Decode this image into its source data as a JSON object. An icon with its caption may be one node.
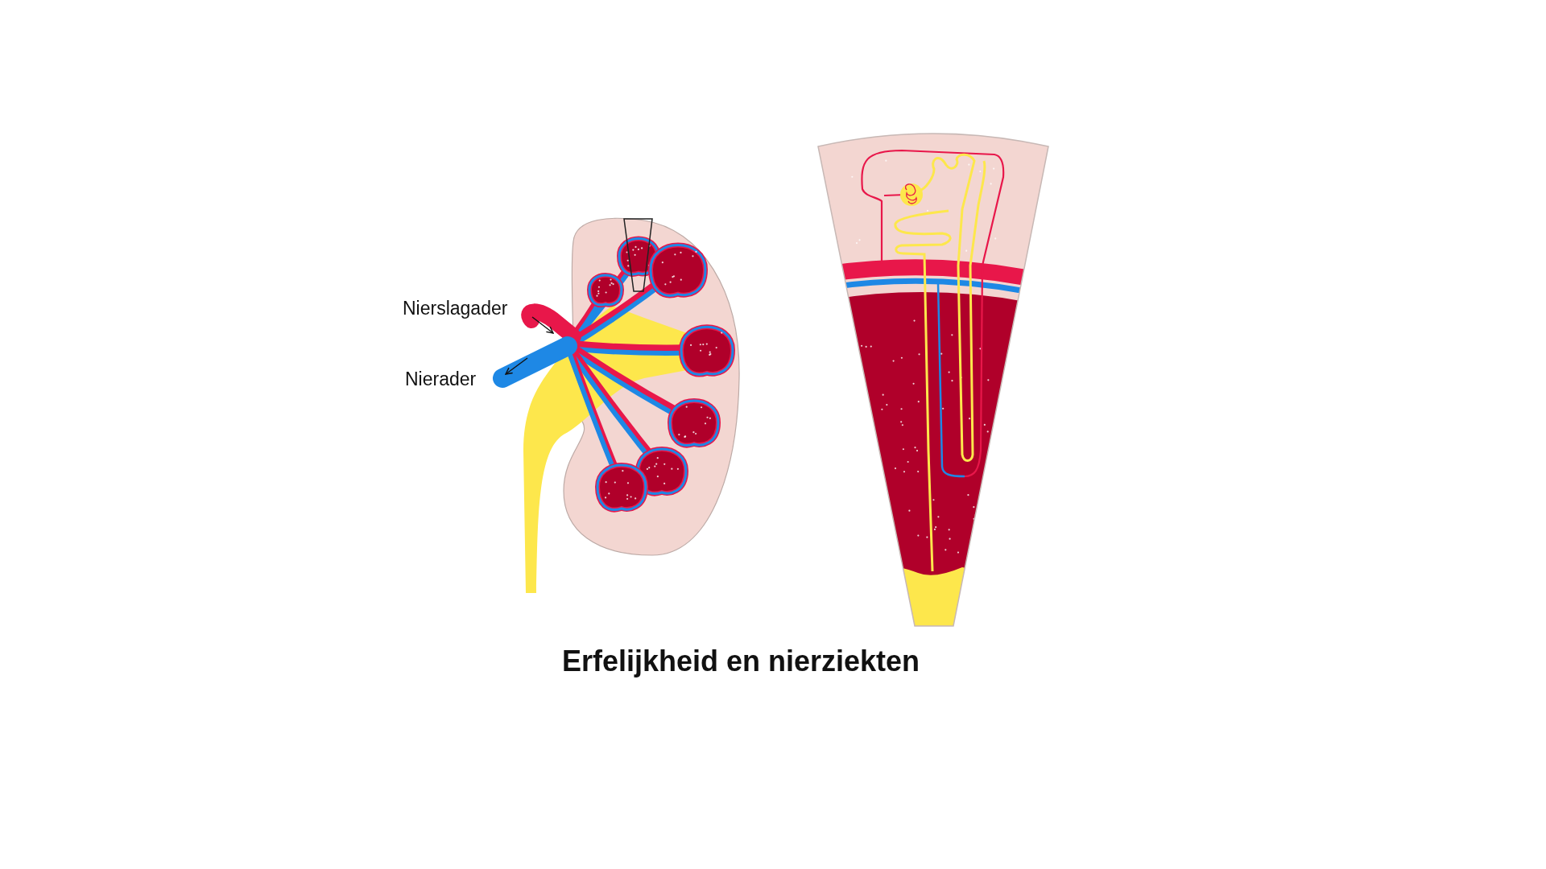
{
  "diagram": {
    "caption": "Erfelijkheid en nierziekten",
    "labels": [
      "Nierslagader",
      "Nierader"
    ]
  }
}
